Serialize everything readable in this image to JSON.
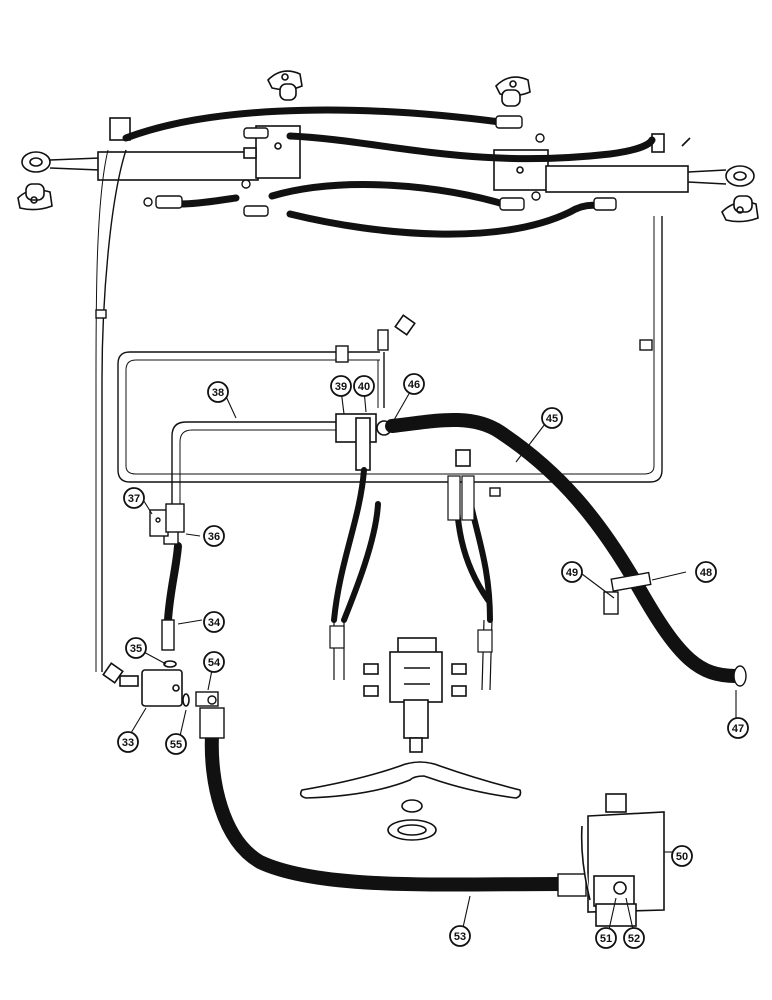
{
  "callouts": [
    {
      "id": "c33",
      "label": "33"
    },
    {
      "id": "c34",
      "label": "34"
    },
    {
      "id": "c35",
      "label": "35"
    },
    {
      "id": "c36",
      "label": "36"
    },
    {
      "id": "c37",
      "label": "37"
    },
    {
      "id": "c38",
      "label": "38"
    },
    {
      "id": "c39",
      "label": "39"
    },
    {
      "id": "c40",
      "label": "40"
    },
    {
      "id": "c45",
      "label": "45"
    },
    {
      "id": "c46",
      "label": "46"
    },
    {
      "id": "c47",
      "label": "47"
    },
    {
      "id": "c48",
      "label": "48"
    },
    {
      "id": "c49",
      "label": "49"
    },
    {
      "id": "c50",
      "label": "50"
    },
    {
      "id": "c51",
      "label": "51"
    },
    {
      "id": "c52",
      "label": "52"
    },
    {
      "id": "c53",
      "label": "53"
    },
    {
      "id": "c54",
      "label": "54"
    },
    {
      "id": "c55",
      "label": "55"
    }
  ]
}
